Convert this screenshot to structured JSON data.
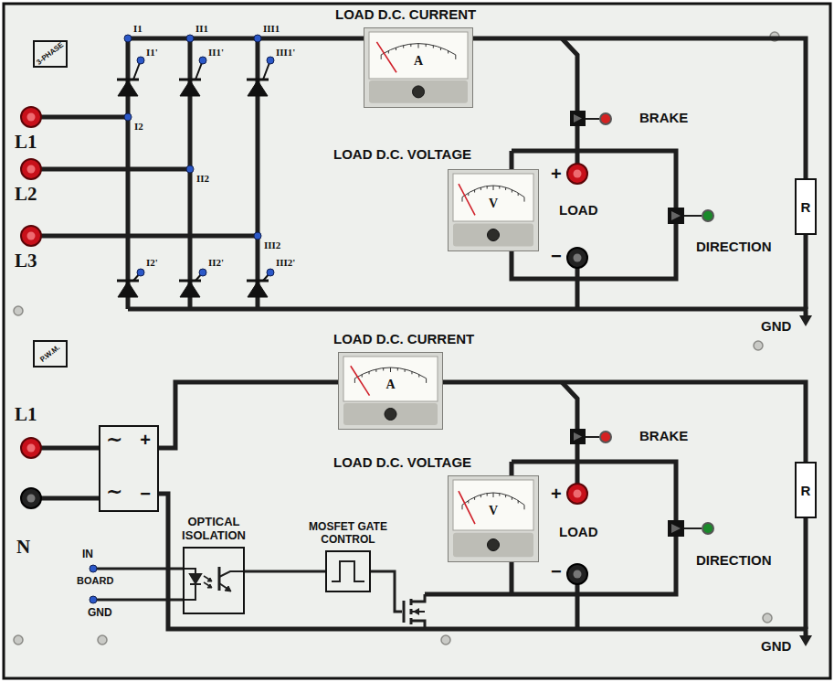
{
  "diagram": {
    "nodes": [
      {
        "text": [
          "3-PHASE"
        ]
      },
      {
        "text": [
          "LOAD D.C. CURRENT",
          "A"
        ]
      },
      {
        "text": [
          "LOAD D.C. VOLTAGE",
          "V"
        ]
      },
      {
        "text": [
          "R"
        ]
      },
      {
        "text": [
          "P.W.M."
        ]
      },
      {
        "text": [
          "LOAD D.C. CURRENT",
          "A"
        ]
      },
      {
        "text": [
          "~",
          "+",
          "~",
          "−"
        ]
      },
      {
        "text": [
          "LOAD D.C. VOLTAGE",
          "V"
        ]
      },
      {
        "text": [
          "R"
        ]
      },
      {
        "text": [
          "OPTICAL ISOLATION"
        ]
      },
      {
        "text": [
          "MOSFET GATE CONTROL"
        ]
      }
    ],
    "edges": [
      {
        "from": 1,
        "to": 3,
        "arrow": "none"
      },
      {
        "from": 6,
        "to": 5,
        "arrow": "none"
      },
      {
        "from": 5,
        "to": 8,
        "arrow": "none"
      },
      {
        "from": 9,
        "to": 10,
        "arrow": "none"
      }
    ],
    "labels": [
      "I1",
      "I1'",
      "II1",
      "II1'",
      "III1",
      "III1'",
      "I2",
      "II2",
      "III2",
      "I2'",
      "II2'",
      "III2'",
      "L1",
      "L2",
      "L3",
      "BRAKE",
      "+",
      "LOAD",
      "−",
      "DIRECTION",
      "GND",
      "L1",
      "N",
      "IN",
      "BOARD",
      "GND",
      "BRAKE",
      "+",
      "LOAD",
      "−",
      "DIRECTION",
      "GND"
    ]
  }
}
